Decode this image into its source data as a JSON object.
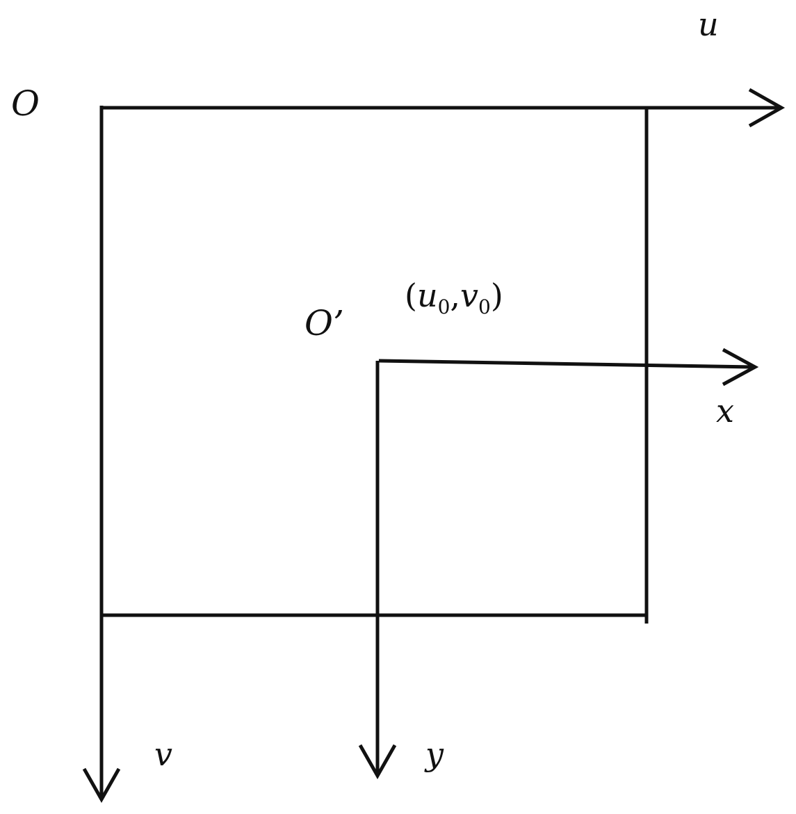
{
  "labels": {
    "origin": "O",
    "u_axis": "u",
    "v_axis": "v",
    "origin_prime": "O’",
    "principal_point": {
      "open": "(",
      "u": "u",
      "u_sub": "0",
      "comma": ",",
      "v": "v",
      "v_sub": "0",
      "close": ")"
    },
    "x_axis": "x",
    "y_axis": "y"
  },
  "colors": {
    "line": "#111111",
    "background": "#ffffff"
  }
}
